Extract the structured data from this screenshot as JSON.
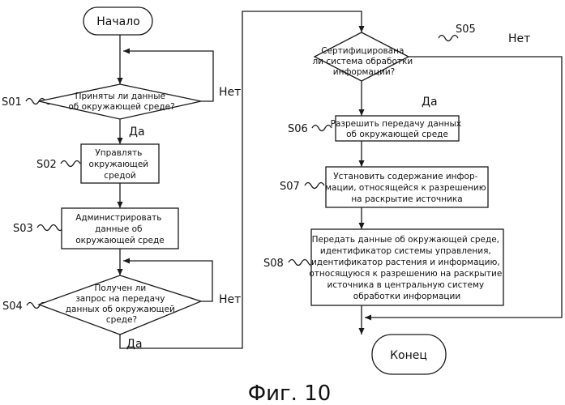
{
  "flowchart": {
    "start": "Начало",
    "end": "Конец",
    "yes": "Да",
    "no": "Нет",
    "steps": {
      "s01": {
        "id": "S01",
        "lines": [
          "Приняты ли данные",
          "об окружающей среде?"
        ]
      },
      "s02": {
        "id": "S02",
        "lines": [
          "Управлять",
          "окружающей",
          "средой"
        ]
      },
      "s03": {
        "id": "S03",
        "lines": [
          "Администрировать",
          "данные об",
          "окружающей среде"
        ]
      },
      "s04": {
        "id": "S04",
        "lines": [
          "Получен ли",
          "запрос на передачу",
          "данных об окружающей",
          "среде?"
        ]
      },
      "s05": {
        "id": "S05",
        "lines": [
          "Сертифицирована",
          "ли система обработки",
          "информации?"
        ]
      },
      "s06": {
        "id": "S06",
        "lines": [
          "Разрешить передачу данных",
          "об окружающей среде"
        ]
      },
      "s07": {
        "id": "S07",
        "lines": [
          "Установить содержание инфор-",
          "мации, относящейся к разрешению",
          "на раскрытие источника"
        ]
      },
      "s08": {
        "id": "S08",
        "lines": [
          "Передать данные об окружающей среде,",
          "идентификатор системы управления,",
          "идентификатор растения и информацию,",
          "относящуюся к разрешению на раскрытие",
          "источника в центральную систему",
          "обработки информации"
        ]
      }
    }
  },
  "caption": "Фиг. 10"
}
